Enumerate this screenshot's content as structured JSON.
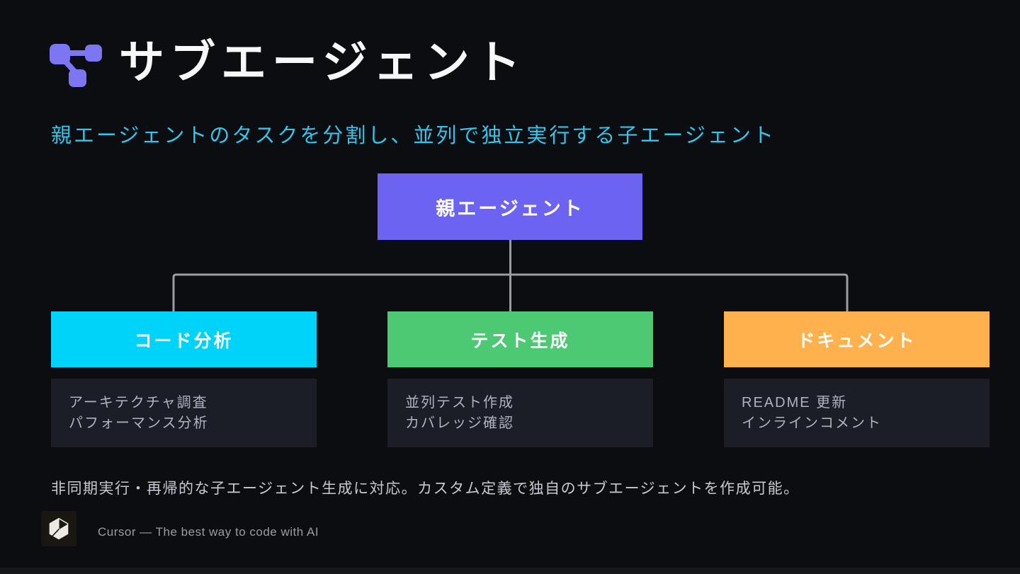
{
  "slide": {
    "title": "サブエージェント",
    "subtitle": "親エージェントのタスクを分割し、並列で独立実行する子エージェント",
    "note": "非同期実行・再帰的な子エージェント生成に対応。カスタム定義で独自のサブエージェントを作成可能。",
    "footer_brand": "Cursor — The best way to code with AI"
  },
  "diagram": {
    "root": {
      "label": "親エージェント",
      "color": "#6c63f2"
    },
    "children": [
      {
        "label": "コード分析",
        "color": "#00d3f9",
        "details": [
          "アーキテクチャ調査",
          "パフォーマンス分析"
        ]
      },
      {
        "label": "テスト生成",
        "color": "#4dc873",
        "details": [
          "並列テスト作成",
          "カバレッジ確認"
        ]
      },
      {
        "label": "ドキュメント",
        "color": "#feb14c",
        "details": [
          "README 更新",
          "インラインコメント"
        ]
      }
    ],
    "connector_color": "#9b9ba4",
    "detail_panel_color": "#1b1e26"
  },
  "colors": {
    "background": "#0c0d10",
    "title": "#f7f8f9",
    "subtitle": "#33c6ec",
    "note": "#c7cad2",
    "detail_text": "#aeb3bd",
    "footer_text": "#9b9ca4",
    "header_icon": "#7c76f2",
    "cursor_logo": "#ece9e2"
  },
  "icons": {
    "header": "subagent-network-icon",
    "footer": "cursor-cube-icon"
  }
}
